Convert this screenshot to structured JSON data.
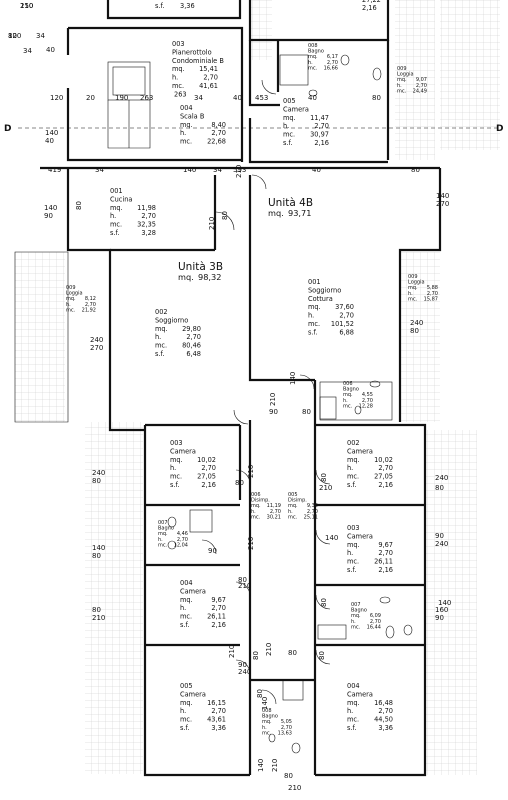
{
  "units": [
    {
      "id": "unit-3b",
      "title": "Unità 3B",
      "area_label": "mq.",
      "area": "98,32"
    },
    {
      "id": "unit-4b",
      "title": "Unità 4B",
      "area_label": "mq.",
      "area": "93,71"
    }
  ],
  "rooms": [
    {
      "id": "r003-pian",
      "num": "003",
      "name": "Pianerottolo\nCondominiale B",
      "rows": [
        [
          "mq.",
          "15,41"
        ],
        [
          "h.",
          "2,70"
        ],
        [
          "mc.",
          "41,61"
        ]
      ],
      "extra": "263"
    },
    {
      "id": "r004-scala",
      "num": "004",
      "name": "Scala B",
      "rows": [
        [
          "mq.",
          "8,40"
        ],
        [
          "h.",
          "2,70"
        ],
        [
          "mc.",
          "22,68"
        ]
      ]
    },
    {
      "id": "r005-camera-top",
      "num": "005",
      "name": "Camera",
      "rows": [
        [
          "mq.",
          "11,47"
        ],
        [
          "h.",
          "2,70"
        ],
        [
          "mc.",
          "30,97"
        ],
        [
          "s.f.",
          "2,16"
        ]
      ]
    },
    {
      "id": "r008-bagno-top",
      "num": "008",
      "name": "Bagno",
      "rows": [
        [
          "mq.",
          "6,17"
        ],
        [
          "h.",
          "2,70"
        ],
        [
          "mc.",
          "16,66"
        ]
      ]
    },
    {
      "id": "r009-loggia-top",
      "num": "009",
      "name": "Loggia",
      "rows": [
        [
          "mq.",
          "9,07"
        ],
        [
          "h.",
          "2,70"
        ],
        [
          "mc.",
          "24,49"
        ]
      ]
    },
    {
      "id": "r001-cucina",
      "num": "001",
      "name": "Cucina",
      "rows": [
        [
          "mq.",
          "11,98"
        ],
        [
          "h.",
          "2,70"
        ],
        [
          "mc.",
          "32,35"
        ],
        [
          "s.f.",
          "3,28"
        ]
      ]
    },
    {
      "id": "r009-loggia-3b",
      "num": "009",
      "name": "Loggia",
      "rows": [
        [
          "mq.",
          "8,12"
        ],
        [
          "h.",
          "2,70"
        ],
        [
          "mc.",
          "21,92"
        ]
      ]
    },
    {
      "id": "r002-soggiorno",
      "num": "002",
      "name": "Soggiorno",
      "rows": [
        [
          "mq.",
          "29,80"
        ],
        [
          "h.",
          "2,70"
        ],
        [
          "mc.",
          "80,46"
        ],
        [
          "s.f.",
          "6,48"
        ]
      ]
    },
    {
      "id": "r001-soggiorno-cottura",
      "num": "001",
      "name": "Soggiorno\nCottura",
      "rows": [
        [
          "mq.",
          "37,60"
        ],
        [
          "h.",
          "2,70"
        ],
        [
          "mc.",
          "101,52"
        ],
        [
          "s.f.",
          "6,88"
        ]
      ]
    },
    {
      "id": "r009-loggia-4b",
      "num": "009",
      "name": "Loggia",
      "rows": [
        [
          "mq.",
          "5,88"
        ],
        [
          "h.",
          "2,70"
        ],
        [
          "mc.",
          "15,87"
        ]
      ]
    },
    {
      "id": "r006-bagno-4b",
      "num": "006",
      "name": "Bagno",
      "rows": [
        [
          "mq.",
          "4,55"
        ],
        [
          "h.",
          "2,70"
        ],
        [
          "mc.",
          "12,28"
        ]
      ]
    },
    {
      "id": "r003-camera-3b",
      "num": "003",
      "name": "Camera",
      "rows": [
        [
          "mq.",
          "10,02"
        ],
        [
          "h.",
          "2,70"
        ],
        [
          "mc.",
          "27,05"
        ],
        [
          "s.f.",
          "2,16"
        ]
      ]
    },
    {
      "id": "r002-camera-4b",
      "num": "002",
      "name": "Camera",
      "rows": [
        [
          "mq.",
          "10,02"
        ],
        [
          "h.",
          "2,70"
        ],
        [
          "mc.",
          "27,05"
        ],
        [
          "s.f.",
          "2,16"
        ]
      ]
    },
    {
      "id": "r007-bagno-3b",
      "num": "007",
      "name": "Bagno",
      "rows": [
        [
          "mq.",
          "4,46"
        ],
        [
          "h.",
          "2,70"
        ],
        [
          "mc.",
          "12,04"
        ]
      ]
    },
    {
      "id": "r006-disimp-3b",
      "num": "006",
      "name": "Disimp.",
      "rows": [
        [
          "mq.",
          "11,19"
        ],
        [
          "h.",
          "2,70"
        ],
        [
          "mc.",
          "30,21"
        ]
      ]
    },
    {
      "id": "r005-disimp-4b",
      "num": "005",
      "name": "Disimp.",
      "rows": [
        [
          "mq.",
          "9,30"
        ],
        [
          "h.",
          "2,70"
        ],
        [
          "mc.",
          "25,11"
        ]
      ]
    },
    {
      "id": "r003-camera-4b",
      "num": "003",
      "name": "Camera",
      "rows": [
        [
          "mq.",
          "9,67"
        ],
        [
          "h.",
          "2,70"
        ],
        [
          "mc.",
          "26,11"
        ],
        [
          "s.f.",
          "2,16"
        ]
      ]
    },
    {
      "id": "r004-camera-3b",
      "num": "004",
      "name": "Camera",
      "rows": [
        [
          "mq.",
          "9,67"
        ],
        [
          "h.",
          "2,70"
        ],
        [
          "mc.",
          "26,11"
        ],
        [
          "s.f.",
          "2,16"
        ]
      ]
    },
    {
      "id": "r007-bagno-4b",
      "num": "007",
      "name": "Bagno",
      "rows": [
        [
          "mq.",
          "6,09"
        ],
        [
          "h.",
          "2,70"
        ],
        [
          "mc.",
          "16,44"
        ]
      ]
    },
    {
      "id": "r005-camera-3b",
      "num": "005",
      "name": "Camera",
      "rows": [
        [
          "mq.",
          "16,15"
        ],
        [
          "h.",
          "2,70"
        ],
        [
          "mc.",
          "43,61"
        ],
        [
          "s.f.",
          "3,36"
        ]
      ]
    },
    {
      "id": "r004-camera-4b",
      "num": "004",
      "name": "Camera",
      "rows": [
        [
          "mq.",
          "16,48"
        ],
        [
          "h.",
          "2,70"
        ],
        [
          "mc.",
          "44,50"
        ],
        [
          "s.f.",
          "3,36"
        ]
      ]
    },
    {
      "id": "r008-bagno-3b",
      "num": "008",
      "name": "Bagno",
      "rows": [
        [
          "mq.",
          "5,05"
        ],
        [
          "h.",
          "2,70"
        ],
        [
          "mc.",
          "13,63"
        ]
      ]
    }
  ],
  "top_partial": {
    "sf_label": "s.f.",
    "sf_value": "3,36",
    "mc_value": "27,22",
    "sf_value_right": "2,16"
  },
  "section_marker": "D",
  "dimensions": [
    "150",
    "120",
    "34",
    "34",
    "40",
    "120",
    "20",
    "190",
    "263",
    "34",
    "40",
    "453",
    "40",
    "80",
    "140",
    "40",
    "419",
    "34",
    "140",
    "34",
    "593",
    "40",
    "80",
    "140",
    "90",
    "80",
    "210",
    "210",
    "80",
    "140",
    "270",
    "240",
    "270",
    "240",
    "80",
    "140",
    "80",
    "210",
    "90",
    "240",
    "80",
    "210",
    "80",
    "140",
    "80",
    "210",
    "90",
    "240",
    "80",
    "140",
    "90",
    "240",
    "80",
    "210",
    "80",
    "210",
    "80",
    "210",
    "90",
    "240",
    "80",
    "140",
    "160",
    "90",
    "80",
    "210",
    "80",
    "210",
    "80",
    "140",
    "80",
    "210",
    "210",
    "80",
    "140",
    "210",
    "80"
  ]
}
